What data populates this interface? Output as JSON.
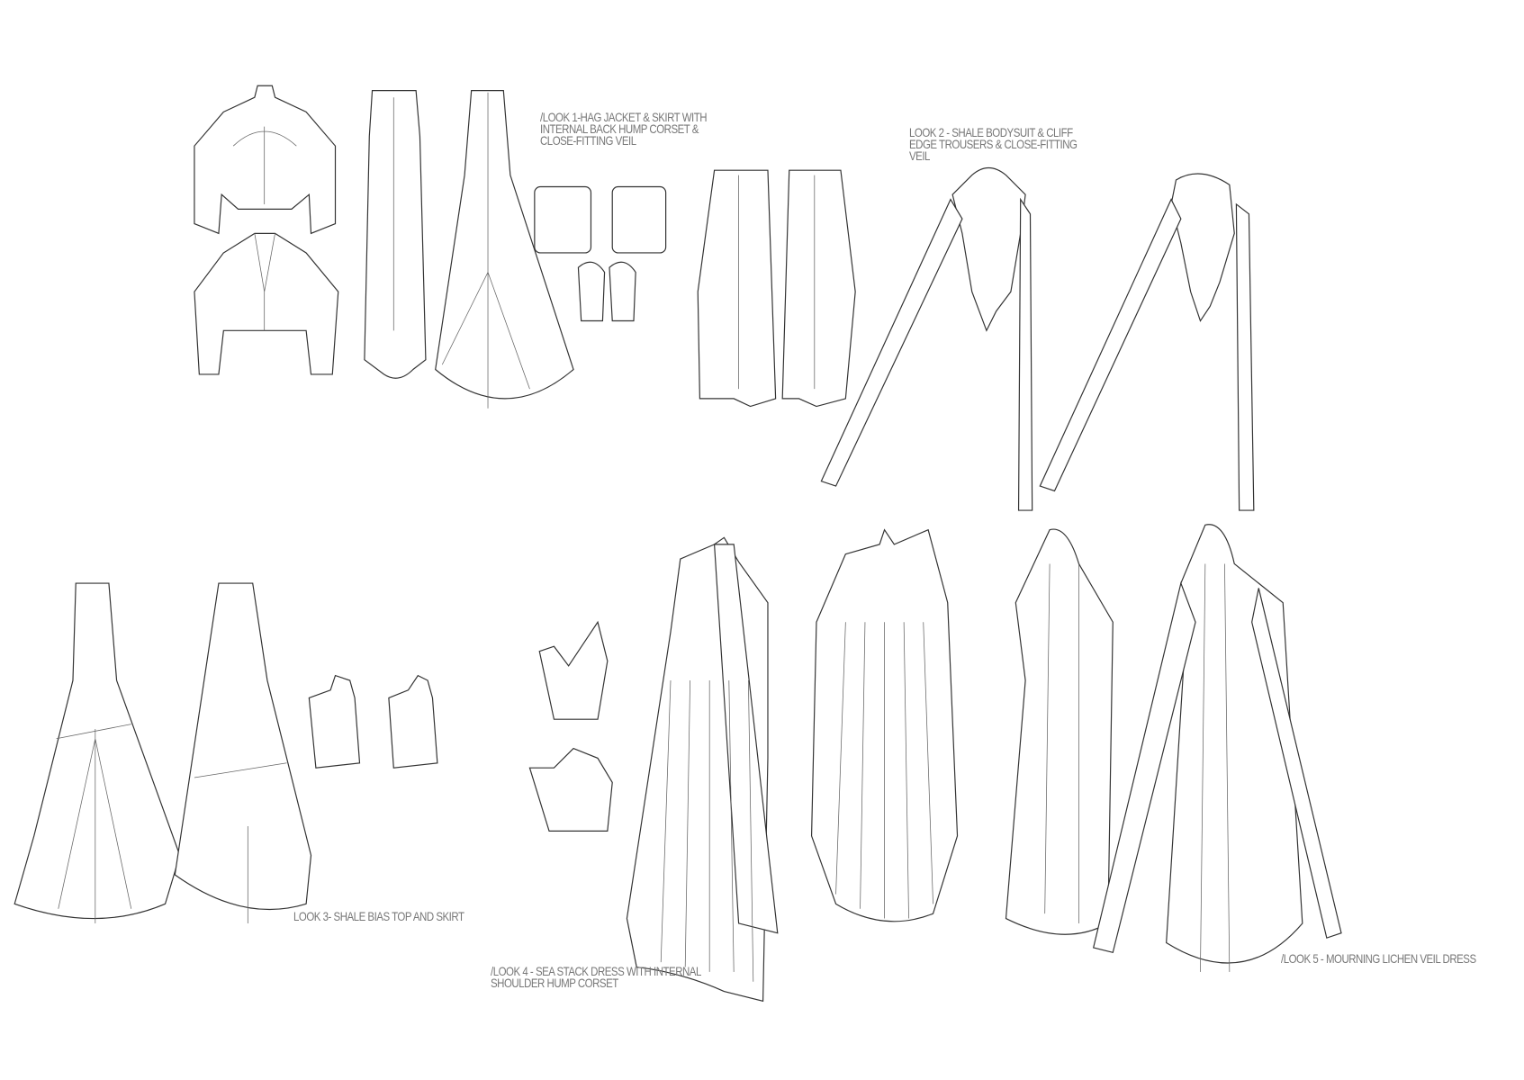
{
  "labels": {
    "look1": "/LOOK 1-HAG JACKET & SKIRT  WITH\nINTERNAL BACK HUMP CORSET &\nCLOSE-FITTING VEIL",
    "look2": "LOOK 2 - SHALE BODYSUIT & CLIFF\nEDGE TROUSERS & CLOSE-FITTING\nVEIL",
    "look3": "LOOK 3- SHALE BIAS TOP AND SKIRT",
    "look4": "/LOOK 4 - SEA STACK DRESS WITH  INTERNAL\nSHOULDER HUMP CORSET",
    "look5": "/LOOK 5 - MOURNING LICHEN VEIL DRESS"
  }
}
